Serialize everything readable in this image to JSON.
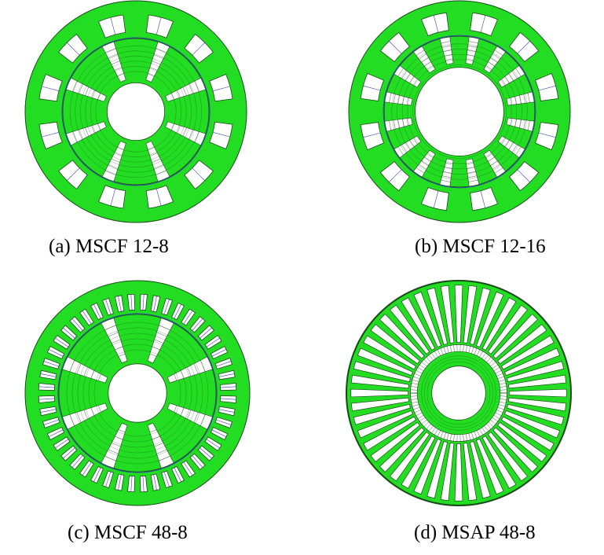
{
  "colors": {
    "steel": "#22dd22",
    "slot": "#ffffff",
    "outline": "#1a4a1a",
    "flux": "#0a2a0a",
    "coil": "#3344aa"
  },
  "panels": [
    {
      "id": "a",
      "caption": "(a) MSCF 12-8",
      "stator_slots": 12,
      "rotor_teeth": 8,
      "machine": "MSCF"
    },
    {
      "id": "b",
      "caption": "(b) MSCF 12-16",
      "stator_slots": 12,
      "rotor_teeth": 16,
      "machine": "MSCF"
    },
    {
      "id": "c",
      "caption": "(c) MSCF 48-8",
      "stator_slots": 48,
      "rotor_teeth": 8,
      "machine": "MSCF"
    },
    {
      "id": "d",
      "caption": "(d) MSAP 48-8",
      "stator_slots": 48,
      "rotor_teeth": 8,
      "machine": "MSAP"
    }
  ]
}
